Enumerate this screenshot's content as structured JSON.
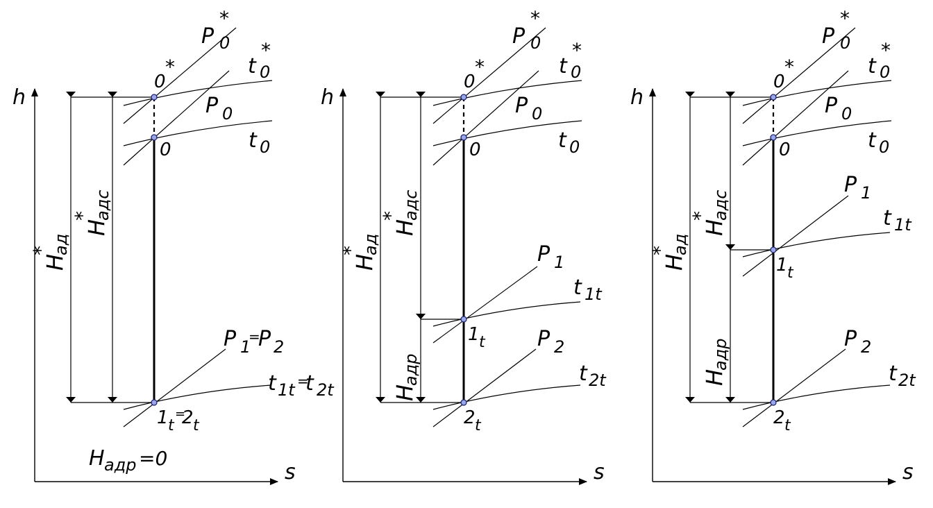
{
  "axis": {
    "h": "h",
    "s": "s"
  },
  "panels": [
    {
      "labels": {
        "P0s": "P",
        "P0s_sub": "0",
        "P0s_sup": "*",
        "t0s": "t",
        "t0s_sub": "0",
        "t0s_sup": "*",
        "pt0s": "0",
        "pt0s_sup": "*",
        "P0": "P",
        "P0_sub": "0",
        "t0": "t",
        "t0_sub": "0",
        "pt0": "0",
        "HadH": "H",
        "HadH_sub": "ад",
        "HadH_sup": "*",
        "HadcH": "H",
        "HadcH_sub": "адс",
        "HadcH_sup": "*",
        "P1eqP2": "P",
        "P1eqP2_sub1": "1",
        "P1eqP2_eq": "=",
        "P1eqP2_b": "P",
        "P1eqP2_sub2": "2",
        "t1eqt2": "t",
        "t1eqt2_sub1": "1t",
        "t1eqt2_eq": "=",
        "t1eqt2_b": "t",
        "t1eqt2_sub2": "2t",
        "pt12": "1",
        "pt12_sub1": "t",
        "pt12_eq": "=",
        "pt12_b": "2",
        "pt12_sub2": "t",
        "Hadp0_H": "H",
        "Hadp0_sub": "адр",
        "Hadp0_eq": "=0"
      }
    },
    {
      "labels": {
        "P0s": "P",
        "P0s_sub": "0",
        "P0s_sup": "*",
        "t0s": "t",
        "t0s_sub": "0",
        "t0s_sup": "*",
        "pt0s": "0",
        "pt0s_sup": "*",
        "P0": "P",
        "P0_sub": "0",
        "t0": "t",
        "t0_sub": "0",
        "pt0": "0",
        "HadH": "H",
        "HadH_sub": "ад",
        "HadH_sup": "*",
        "HadcH": "H",
        "HadcH_sub": "адс",
        "HadcH_sup": "*",
        "HadpH": "H",
        "HadpH_sub": "адр",
        "P1": "P",
        "P1_sub": "1",
        "t1t": "t",
        "t1t_sub": "1t",
        "pt1": "1",
        "pt1_sub": "t",
        "P2": "P",
        "P2_sub": "2",
        "t2t": "t",
        "t2t_sub": "2t",
        "pt2": "2",
        "pt2_sub": "t"
      }
    },
    {
      "labels": {
        "P0s": "P",
        "P0s_sub": "0",
        "P0s_sup": "*",
        "t0s": "t",
        "t0s_sub": "0",
        "t0s_sup": "*",
        "pt0s": "0",
        "pt0s_sup": "*",
        "P0": "P",
        "P0_sub": "0",
        "t0": "t",
        "t0_sub": "0",
        "pt0": "0",
        "HadH": "H",
        "HadH_sub": "ад",
        "HadH_sup": "*",
        "HadcH": "H",
        "HadcH_sub": "адс",
        "HadcH_sup": "*",
        "HadpH": "H",
        "HadpH_sub": "адр",
        "P1": "P",
        "P1_sub": "1",
        "t1t": "t",
        "t1t_sub": "1t",
        "pt1": "1",
        "pt1_sub": "t",
        "P2": "P",
        "P2_sub": "2",
        "t2t": "t",
        "t2t_sub": "2t",
        "pt2": "2",
        "pt2_sub": "t"
      }
    }
  ]
}
